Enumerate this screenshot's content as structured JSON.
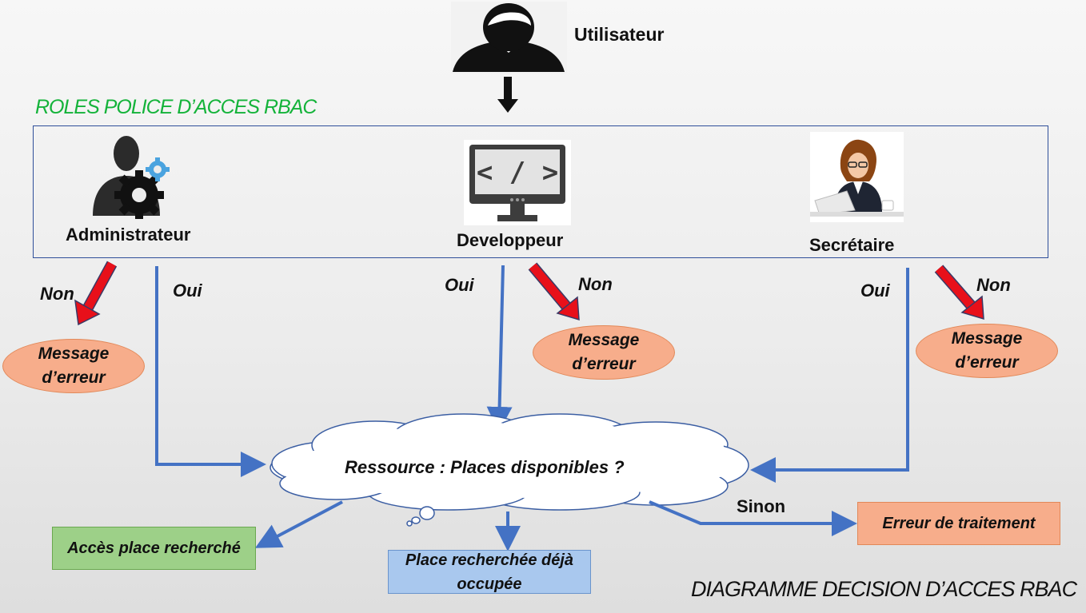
{
  "user": {
    "label": "Utilisateur"
  },
  "roles": {
    "title": "ROLES POLICE D’ACCES RBAC",
    "admin": "Administrateur",
    "dev": "Developpeur",
    "sec": "Secrétaire"
  },
  "decisions": {
    "non": "Non",
    "oui": "Oui",
    "sinon": "Sinon"
  },
  "error_message": {
    "line1": "Message",
    "line2": "d’erreur"
  },
  "cloud": {
    "label": "Ressource : Places disponibles ?"
  },
  "outcomes": {
    "access": "Accès place recherché",
    "occupied_line1": "Place recherchée déjà",
    "occupied_line2": "occupée",
    "error": "Erreur de traitement"
  },
  "footer": {
    "title": "DIAGRAMME DECISION D’ACCES RBAC"
  },
  "colors": {
    "arrow_blue": "#4472c4",
    "arrow_red": "#e8101a",
    "title_green": "#14b33a",
    "error_fill": "#f7ad8b",
    "access_fill": "#9dd088",
    "occupied_fill": "#a9c8ee"
  }
}
